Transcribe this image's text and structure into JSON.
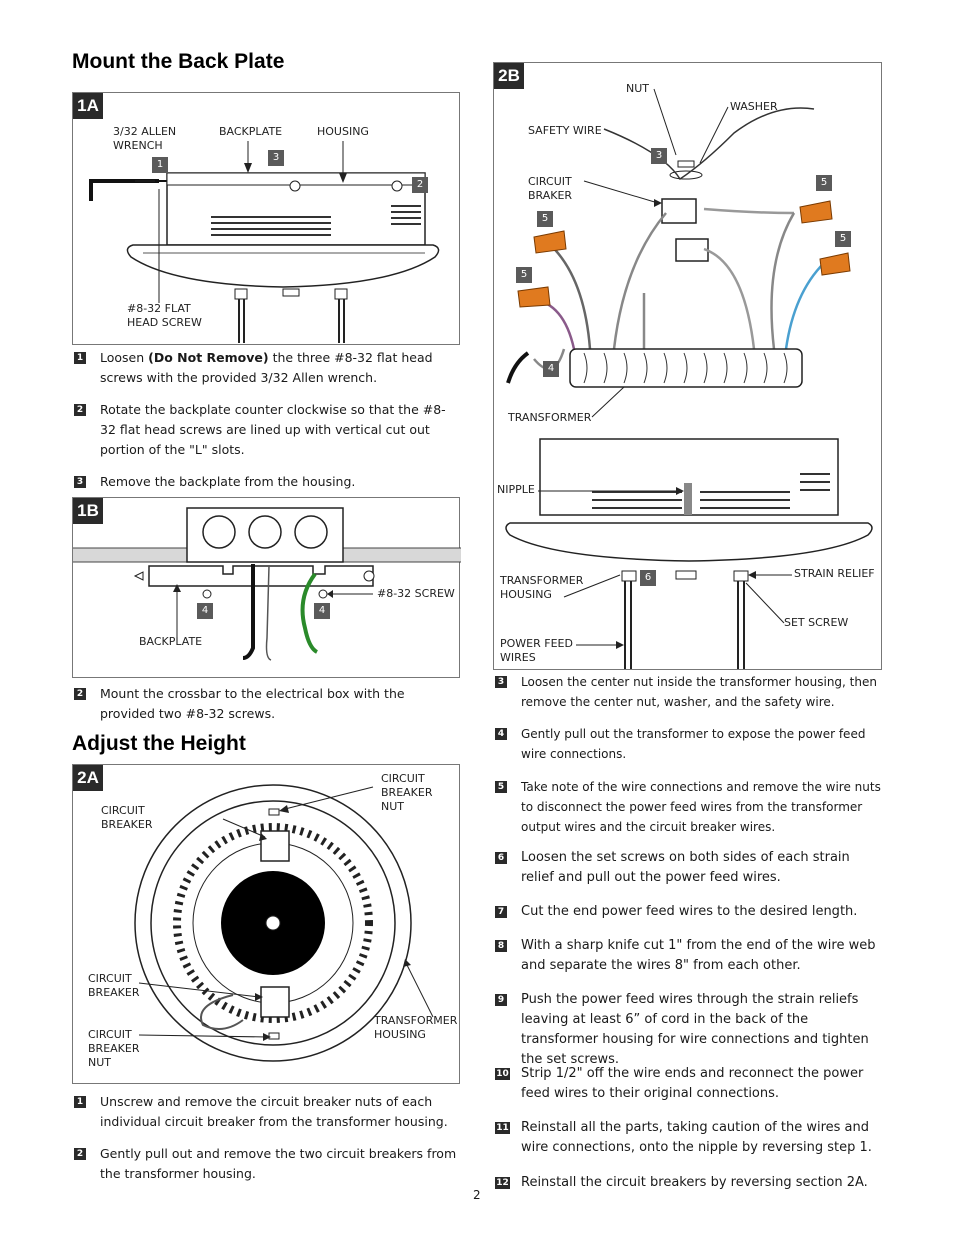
{
  "sections": {
    "mount": {
      "title": "Mount the Back Plate"
    },
    "adjust": {
      "title": "Adjust the Height"
    }
  },
  "panels": {
    "p1a": {
      "tag": "1A",
      "labels": [
        "3/32 ALLEN\nWRENCH",
        "BACKPLATE",
        "HOUSING",
        "#8-32 FLAT\nHEAD SCREW"
      ],
      "callouts": [
        "1",
        "3",
        "2"
      ]
    },
    "p1b": {
      "tag": "1B",
      "labels": [
        "BACKPLATE",
        "#8-32 SCREW"
      ],
      "callouts": [
        "4",
        "4"
      ]
    },
    "p2a": {
      "tag": "2A",
      "labels": [
        "CIRCUIT\nBREAKER",
        "CIRCUIT\nBREAKER\nNUT",
        "CIRCUIT\nBREAKER",
        "CIRCUIT\nBREAKER\nNUT",
        "TRANSFORMER\nHOUSING"
      ]
    },
    "p2b": {
      "tag": "2B",
      "labels": [
        "NUT",
        "WASHER",
        "SAFETY WIRE",
        "CIRCUIT\nBRAKER",
        "TRANSFORMER",
        "NIPPLE",
        "TRANSFORMER\nHOUSING",
        "STRAIN RELIEF",
        "SET SCREW",
        "POWER FEED\nWIRES"
      ],
      "callouts": [
        "3",
        "5",
        "5",
        "5",
        "5",
        "4",
        "6"
      ]
    }
  },
  "steps_1a": [
    {
      "num": "1",
      "pre": "Loosen ",
      "bold": "(Do Not Remove)",
      "post": " the three #8-32 flat head screws with the provided 3/32 Allen wrench."
    },
    {
      "num": "2",
      "text": "Rotate the backplate counter clockwise so that the #8-32 flat head screws are lined up with vertical cut out portion of the \"L\" slots."
    },
    {
      "num": "3",
      "text": "Remove the backplate from the housing."
    }
  ],
  "steps_1b": [
    {
      "num": "2",
      "text": "Mount the crossbar to the electrical box with the provided two #8-32 screws."
    }
  ],
  "steps_2a": [
    {
      "num": "1",
      "text": "Unscrew and remove the circuit breaker nuts of each individual circuit breaker from the transformer housing."
    },
    {
      "num": "2",
      "text": "Gently pull out and remove the two circuit breakers from the transformer housing."
    }
  ],
  "steps_2b": [
    {
      "num": "3",
      "text": "Loosen the center nut inside the transformer housing, then remove the center nut, washer, and the safety wire."
    },
    {
      "num": "4",
      "text": "Gently pull out the transformer to expose the power feed wire connections."
    },
    {
      "num": "5",
      "text": "Take note of the wire connections and remove the wire nuts to disconnect the power feed wires from the transformer output wires and the circuit breaker wires."
    },
    {
      "num": "6",
      "text": "Loosen the set screws on both sides of each strain relief and pull out the power feed wires."
    },
    {
      "num": "7",
      "text": "Cut the end power feed wires to the desired length."
    },
    {
      "num": "8",
      "text": "With a sharp knife cut 1\" from the end of the wire web and separate the wires 8\" from each other."
    },
    {
      "num": "9",
      "text": "Push the power feed wires through the strain reliefs leaving at least 6” of cord in the back of the transformer housing for wire connections and tighten the set screws."
    },
    {
      "num": "10",
      "text": "Strip 1/2\" off the wire ends and reconnect the power feed wires to their original connections."
    },
    {
      "num": "11",
      "text": "Reinstall all the parts, taking caution of the wires and wire connections, onto the nipple by reversing step 1."
    },
    {
      "num": "12",
      "text": "Reinstall the circuit breakers by reversing section 2A."
    }
  ],
  "page_number": "2",
  "colors": {
    "tag_bg": "#2a2a2a",
    "wire_nut": "#e07a1f",
    "ground_wire": "#2a8a2a"
  }
}
